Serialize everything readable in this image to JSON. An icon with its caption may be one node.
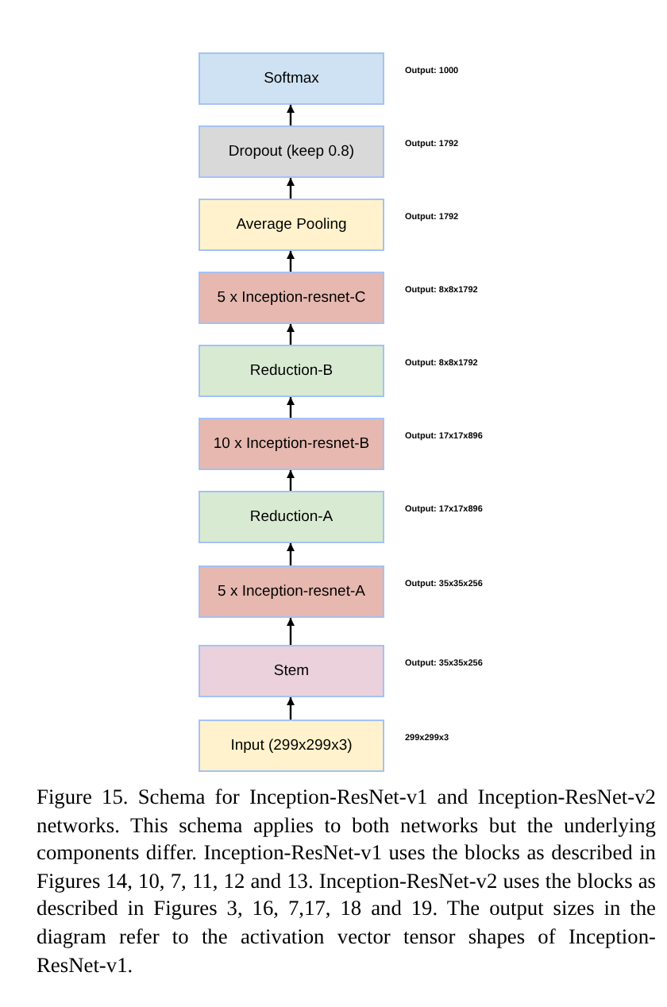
{
  "diagram": {
    "caption": "Figure 15. Schema for Inception-ResNet-v1 and Inception-ResNet-v2 networks. This schema applies to both networks but the underlying components differ. Inception-ResNet-v1 uses the blocks as described in Figures 14, 10, 7, 11, 12 and 13. Inception-ResNet-v2 uses the blocks as described in Figures 3, 16, 7,17, 18 and 19. The output sizes in the diagram refer to the activation vector tensor shapes of Inception-ResNet-v1.",
    "nodes": [
      {
        "text": [
          "Softmax"
        ],
        "beside": [
          "Output: 1000"
        ]
      },
      {
        "text": [
          "Dropout (keep 0.8)"
        ],
        "beside": [
          "Output: 1792"
        ]
      },
      {
        "text": [
          "Average Pooling"
        ],
        "beside": [
          "Output: 1792"
        ]
      },
      {
        "text": [
          "5 x Inception-resnet-C"
        ],
        "beside": [
          "Output: 8x8x1792"
        ]
      },
      {
        "text": [
          "Reduction-B"
        ],
        "beside": [
          "Output: 8x8x1792"
        ]
      },
      {
        "text": [
          "10 x Inception-resnet-B"
        ],
        "beside": [
          "Output: 17x17x896"
        ]
      },
      {
        "text": [
          "Reduction-A"
        ],
        "beside": [
          "Output: 17x17x896"
        ]
      },
      {
        "text": [
          "5 x Inception-resnet-A"
        ],
        "beside": [
          "Output: 35x35x256"
        ]
      },
      {
        "text": [
          "Stem"
        ],
        "beside": [
          "Output: 35x35x256"
        ]
      },
      {
        "text": [
          "Input (299x299x3)"
        ],
        "beside": [
          "299x299x3"
        ]
      }
    ],
    "edges": [
      {
        "from": 9,
        "to": 8,
        "arrow": "to"
      },
      {
        "from": 8,
        "to": 7,
        "arrow": "to"
      },
      {
        "from": 7,
        "to": 6,
        "arrow": "to"
      },
      {
        "from": 6,
        "to": 5,
        "arrow": "to"
      },
      {
        "from": 5,
        "to": 4,
        "arrow": "to"
      },
      {
        "from": 4,
        "to": 3,
        "arrow": "to"
      },
      {
        "from": 3,
        "to": 2,
        "arrow": "to"
      },
      {
        "from": 2,
        "to": 1,
        "arrow": "to"
      },
      {
        "from": 1,
        "to": 0,
        "arrow": "to"
      }
    ]
  }
}
